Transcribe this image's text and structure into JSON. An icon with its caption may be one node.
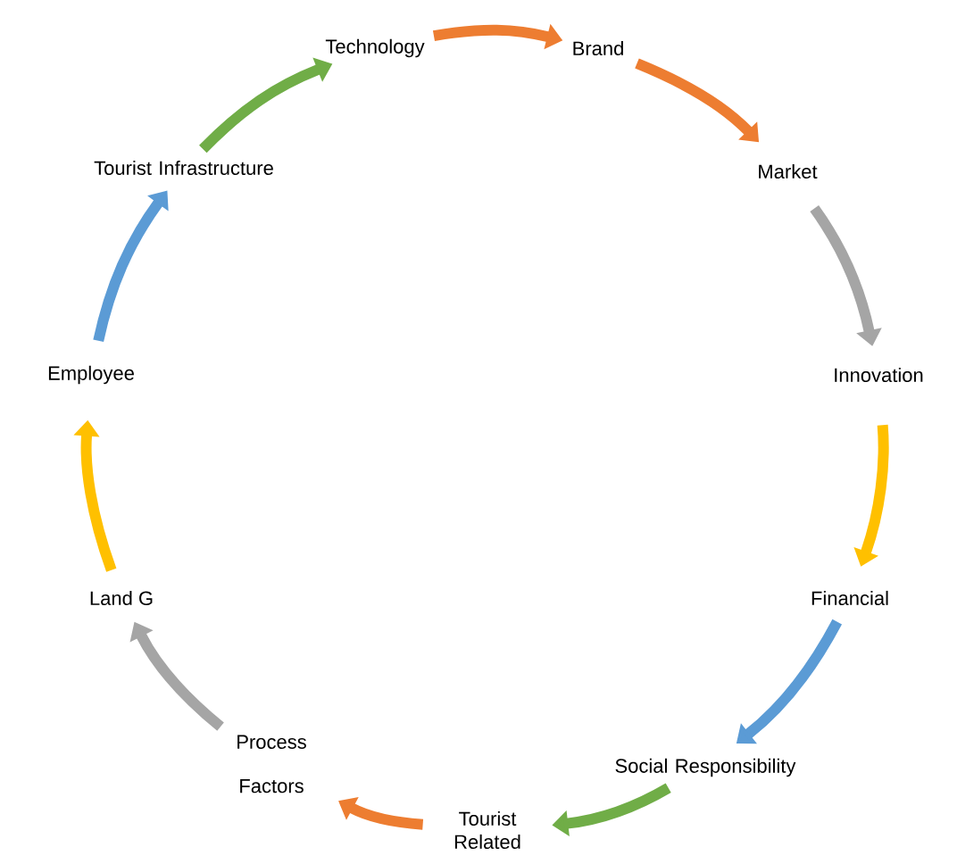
{
  "diagram": {
    "nodes": [
      {
        "text": [
          "Technology"
        ]
      },
      {
        "text": [
          "Brand"
        ]
      },
      {
        "text": [
          "Market"
        ]
      },
      {
        "text": [
          "Innovation"
        ]
      },
      {
        "text": [
          "Financial"
        ]
      },
      {
        "text": [
          "Social Responsibility"
        ]
      },
      {
        "text": [
          "Tourist Related"
        ]
      },
      {
        "text": [
          "Process Factors"
        ]
      },
      {
        "text": [
          "Land G"
        ]
      },
      {
        "text": [
          "Employee"
        ]
      },
      {
        "text": [
          "Tourist Infrastructure"
        ]
      }
    ],
    "edges": [
      {
        "from": 0,
        "to": 1,
        "arrow": "to",
        "color": "#ed7d31"
      },
      {
        "from": 1,
        "to": 2,
        "arrow": "to",
        "color": "#ed7d31"
      },
      {
        "from": 2,
        "to": 3,
        "arrow": "to",
        "color": "#a5a5a5"
      },
      {
        "from": 3,
        "to": 4,
        "arrow": "to",
        "color": "#ffc000"
      },
      {
        "from": 4,
        "to": 5,
        "arrow": "to",
        "color": "#5b9bd5"
      },
      {
        "from": 5,
        "to": 6,
        "arrow": "to",
        "color": "#70ad47"
      },
      {
        "from": 6,
        "to": 7,
        "arrow": "to",
        "color": "#ed7d31"
      },
      {
        "from": 7,
        "to": 8,
        "arrow": "to",
        "color": "#a5a5a5"
      },
      {
        "from": 8,
        "to": 9,
        "arrow": "to",
        "color": "#ffc000"
      },
      {
        "from": 9,
        "to": 10,
        "arrow": "to",
        "color": "#5b9bd5"
      },
      {
        "from": 10,
        "to": 0,
        "arrow": "to",
        "color": "#70ad47"
      }
    ]
  }
}
